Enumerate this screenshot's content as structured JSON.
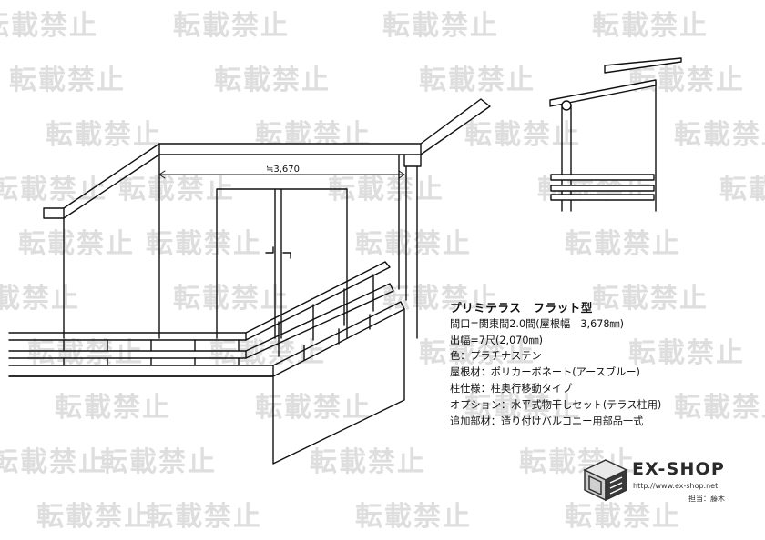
{
  "watermark": {
    "text": "転載禁止"
  },
  "diagram": {
    "dimension_label": "≒3,670"
  },
  "specs": {
    "title": "プリミテラス　フラット型",
    "lines": [
      "間口=関東間2.0間(屋根幅　3,678㎜)",
      "出幅=7尺(2,070㎜)",
      "色：プラチナステン",
      "屋根材：ポリカーボネート(アースブルー)",
      "柱仕様：柱奥行移動タイプ",
      "オプション：水平式物干しセット(テラス柱用)",
      "追加部材：造り付けバルコニー用部品一式"
    ]
  },
  "logo": {
    "brand": "EX-SHOP",
    "url": "http://www.ex-shop.net",
    "staff": "担当：藤木"
  }
}
